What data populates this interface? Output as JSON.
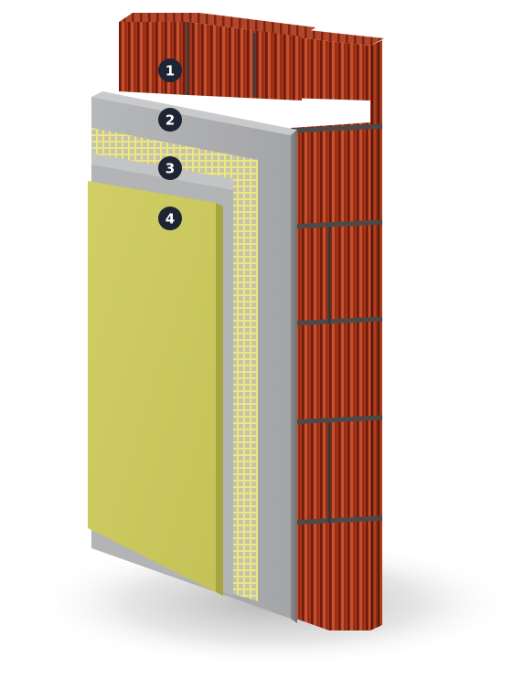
{
  "diagram": {
    "layers": [
      {
        "number": "1",
        "material": "brick-masonry",
        "color": "#b0391c"
      },
      {
        "number": "2",
        "material": "grey-render-coat",
        "color": "#a9aaac"
      },
      {
        "number": "3",
        "material": "yellow-reinforcing-mesh",
        "color": "#e9e27d"
      },
      {
        "number": "4",
        "material": "yellow-finish-layer",
        "color": "#c9c859"
      }
    ],
    "badge_color": "#1d2433",
    "brick_mortar_color": "#4a4a4a"
  }
}
